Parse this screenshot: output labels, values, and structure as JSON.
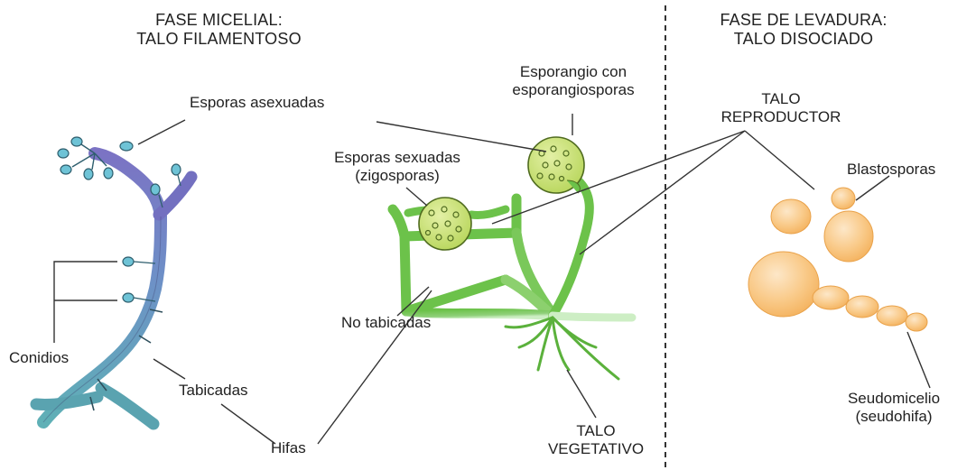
{
  "mycelial_phase": {
    "title_line1": "FASE MICELIAL:",
    "title_line2": "TALO FILAMENTOSO"
  },
  "yeast_phase": {
    "title_line1": "FASE DE LEVADURA:",
    "title_line2": "TALO DISOCIADO"
  },
  "labels": {
    "asexual_spores": "Esporas asexuadas",
    "sporangium_line1": "Esporangio con",
    "sporangium_line2": "esporangiosporas",
    "sexual_spores_line1": "Esporas sexuadas",
    "sexual_spores_line2": "(zigosporas)",
    "reproductive_thallus_line1": "TALO",
    "reproductive_thallus_line2": "REPRODUCTOR",
    "blastospores": "Blastosporas",
    "conidia": "Conidios",
    "non_septate": "No tabicadas",
    "septate": "Tabicadas",
    "hyphae": "Hifas",
    "vegetative_thallus_line1": "TALO",
    "vegetative_thallus_line2": "VEGETATIVO",
    "pseudomycelium_line1": "Seudomicelio",
    "pseudomycelium_line2": "(seudohifa)"
  },
  "colors": {
    "septate_hypha_top": "#6f6fb8",
    "septate_hypha_bottom": "#5aa3b0",
    "conidia": "#6ec3d6",
    "non_septate_hypha": "#6cc24a",
    "sporangium_fill": "#c7e07a",
    "yeast_cells": "#f6b866",
    "leader_line": "#333333",
    "divider": "#333333"
  }
}
